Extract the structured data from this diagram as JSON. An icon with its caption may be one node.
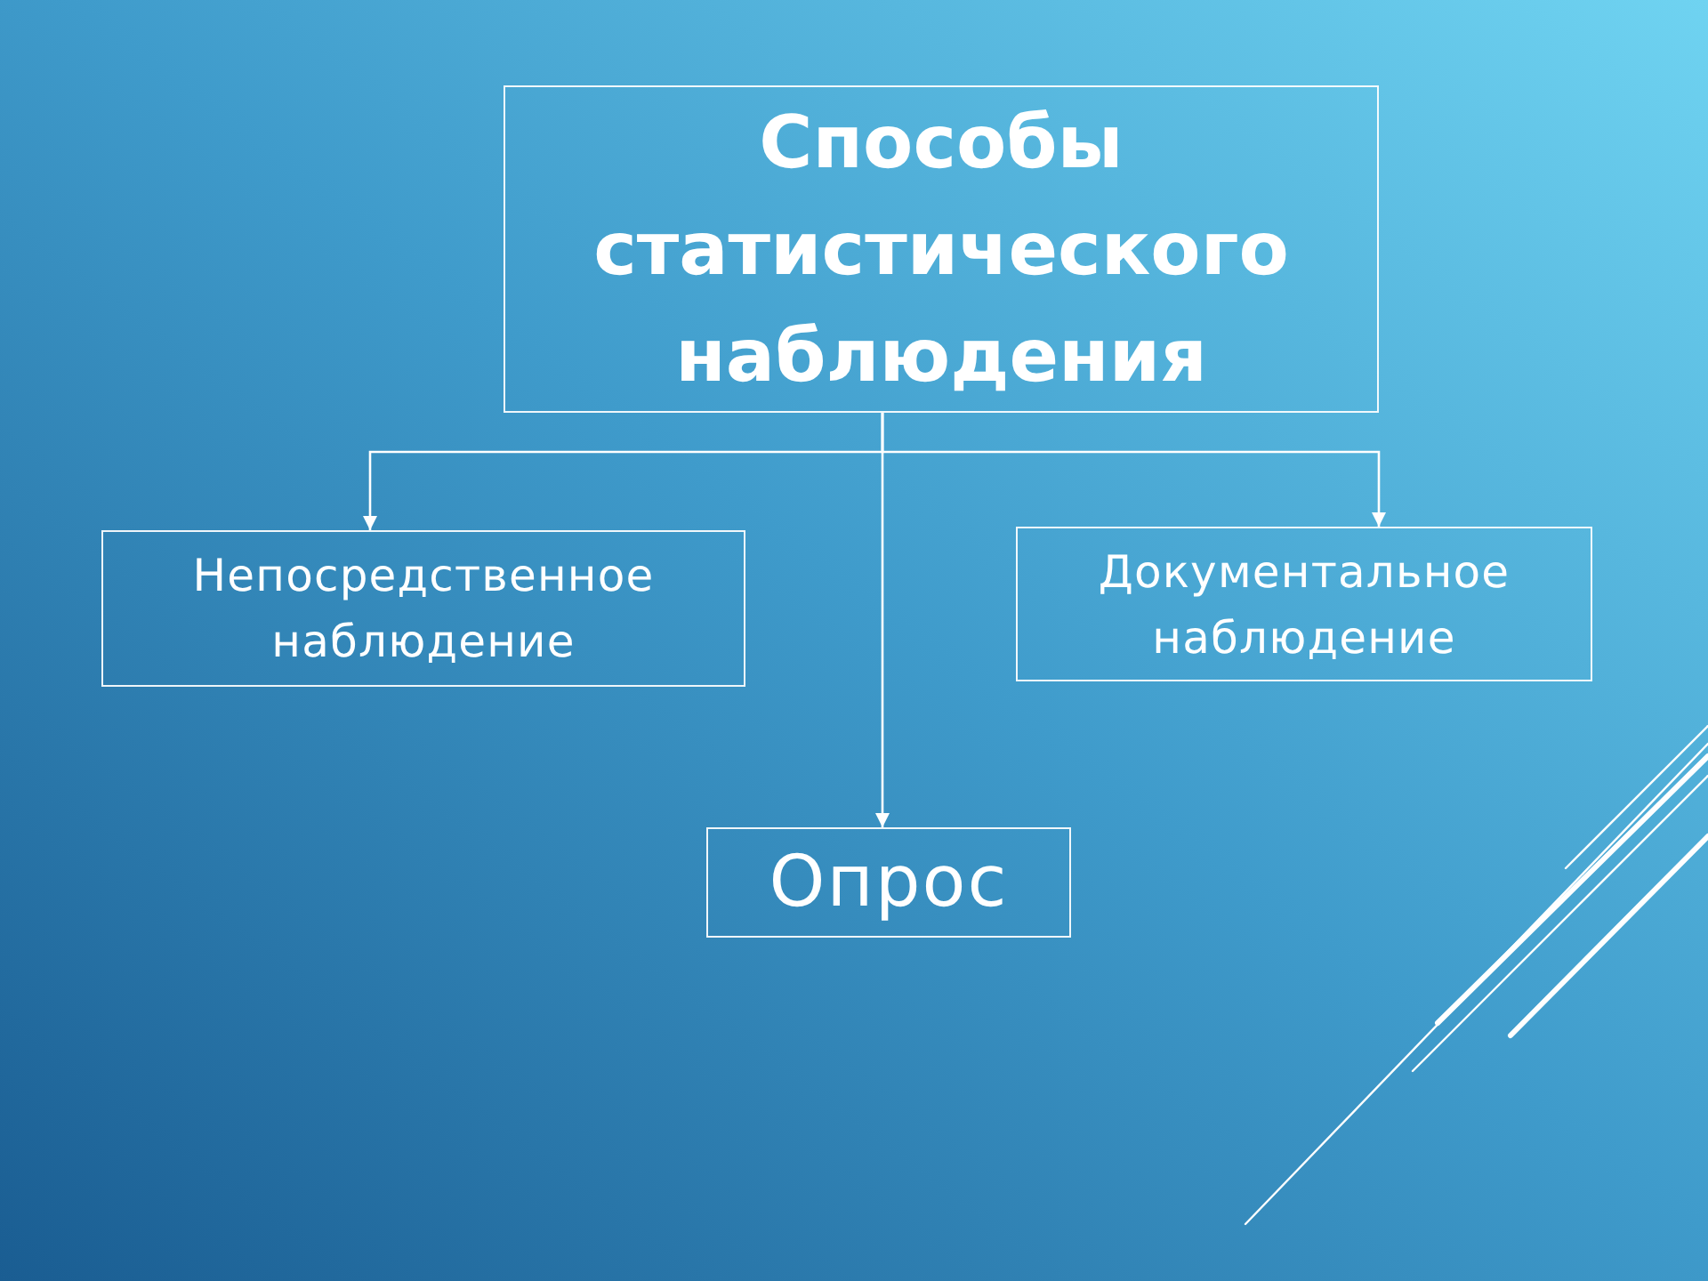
{
  "diagram": {
    "nodes": [
      {
        "text": [
          "Способы статистического наблюдения"
        ]
      },
      {
        "text": [
          "Непосредственное наблюдение"
        ]
      },
      {
        "text": [
          "Документальное наблюдение"
        ]
      },
      {
        "text": [
          "Опрос"
        ]
      }
    ],
    "edges": [
      {
        "from": 0,
        "to": 1,
        "arrow": "to"
      },
      {
        "from": 0,
        "to": 2,
        "arrow": "to"
      },
      {
        "from": 0,
        "to": 3,
        "arrow": "to"
      }
    ]
  }
}
